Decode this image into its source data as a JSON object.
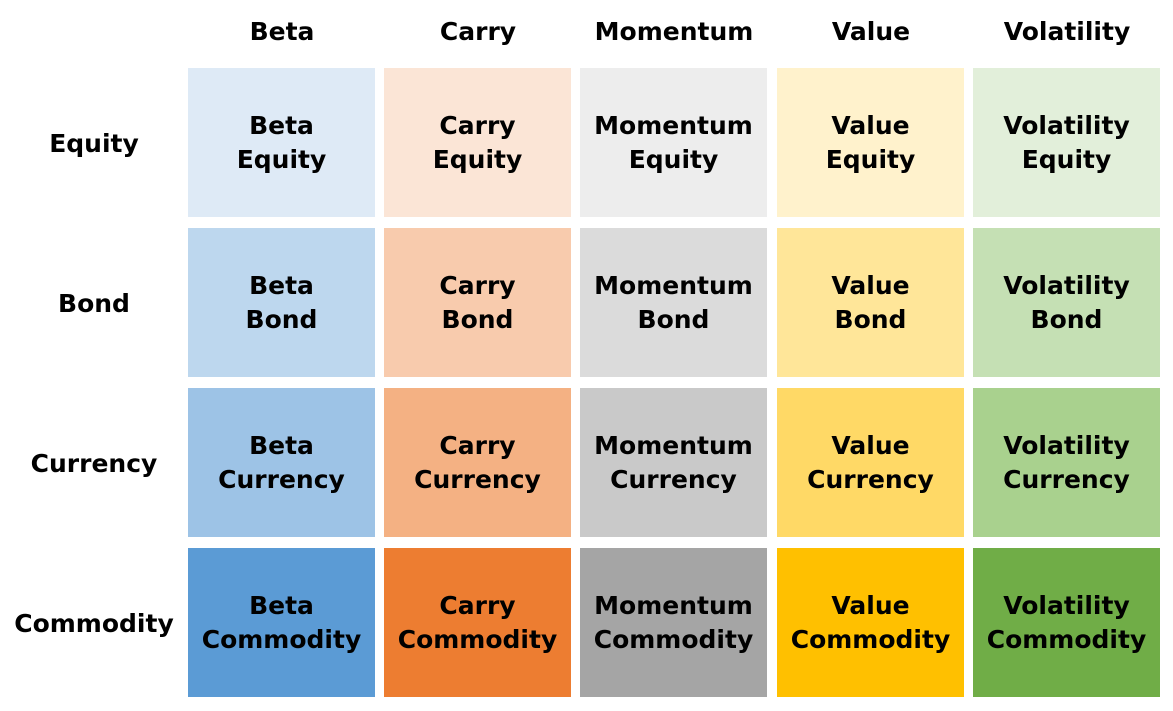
{
  "columns": [
    {
      "label": "Beta",
      "colors": [
        "#DEEAF6",
        "#BDD7EE",
        "#9DC3E6",
        "#5B9BD5"
      ]
    },
    {
      "label": "Carry",
      "colors": [
        "#FBE5D6",
        "#F8CBAD",
        "#F4B183",
        "#ED7D31"
      ]
    },
    {
      "label": "Momentum",
      "colors": [
        "#EDEDED",
        "#DBDBDB",
        "#C9C9C9",
        "#A5A5A5"
      ]
    },
    {
      "label": "Value",
      "colors": [
        "#FFF2CC",
        "#FFE699",
        "#FFD966",
        "#FFC000"
      ]
    },
    {
      "label": "Volatility",
      "colors": [
        "#E2EFDA",
        "#C5E0B4",
        "#A9D18E",
        "#70AD47"
      ]
    }
  ],
  "rows": [
    {
      "label": "Equity"
    },
    {
      "label": "Bond"
    },
    {
      "label": "Currency"
    },
    {
      "label": "Commodity"
    }
  ],
  "cells": [
    [
      {
        "line1": "Beta",
        "line2": "Equity"
      },
      {
        "line1": "Carry",
        "line2": "Equity"
      },
      {
        "line1": "Momentum",
        "line2": "Equity"
      },
      {
        "line1": "Value",
        "line2": "Equity"
      },
      {
        "line1": "Volatility",
        "line2": "Equity"
      }
    ],
    [
      {
        "line1": "Beta",
        "line2": "Bond"
      },
      {
        "line1": "Carry",
        "line2": "Bond"
      },
      {
        "line1": "Momentum",
        "line2": "Bond"
      },
      {
        "line1": "Value",
        "line2": "Bond"
      },
      {
        "line1": "Volatility",
        "line2": "Bond"
      }
    ],
    [
      {
        "line1": "Beta",
        "line2": "Currency"
      },
      {
        "line1": "Carry",
        "line2": "Currency"
      },
      {
        "line1": "Momentum",
        "line2": "Currency"
      },
      {
        "line1": "Value",
        "line2": "Currency"
      },
      {
        "line1": "Volatility",
        "line2": "Currency"
      }
    ],
    [
      {
        "line1": "Beta",
        "line2": "Commodity"
      },
      {
        "line1": "Carry",
        "line2": "Commodity"
      },
      {
        "line1": "Momentum",
        "line2": "Commodity"
      },
      {
        "line1": "Value",
        "line2": "Commodity"
      },
      {
        "line1": "Volatility",
        "line2": "Commodity"
      }
    ]
  ]
}
